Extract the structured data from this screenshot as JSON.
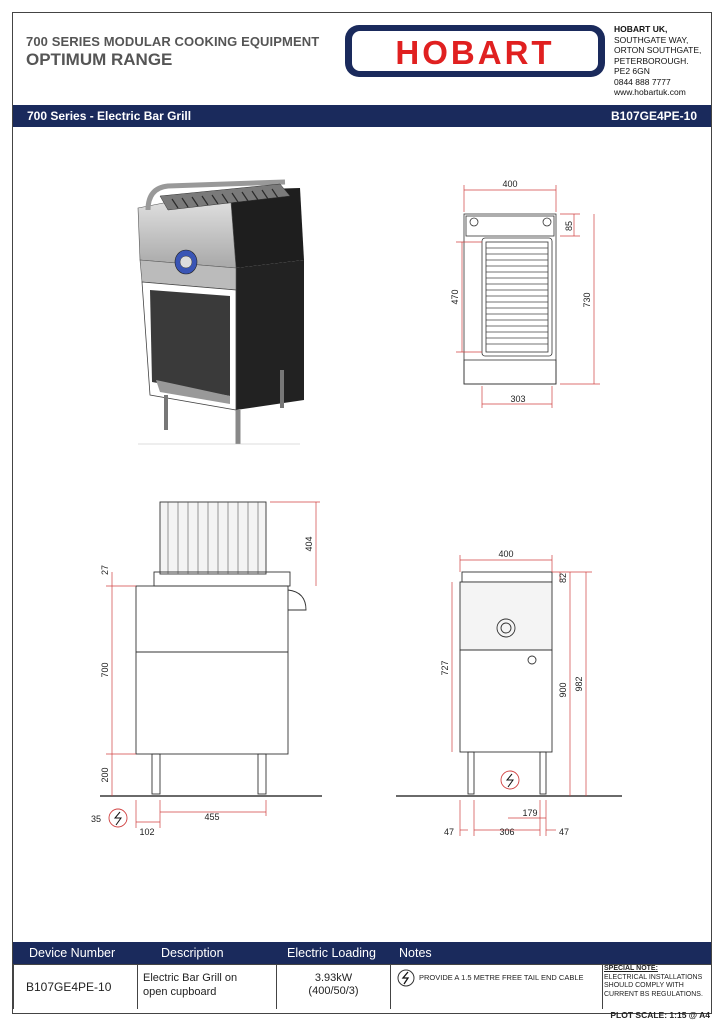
{
  "header": {
    "series_line": "700 SERIES MODULAR COOKING EQUIPMENT",
    "range_line": "OPTIMUM RANGE",
    "logo_text": "HOBART",
    "address": [
      "HOBART UK,",
      "SOUTHGATE WAY,",
      "ORTON SOUTHGATE,",
      "PETERBOROUGH.",
      "PE2 6GN",
      "0844 888 7777",
      "www.hobartuk.com"
    ]
  },
  "title_bar": {
    "product": "700 Series - Electric Bar Grill",
    "code": "B107GE4PE-10"
  },
  "dimensions": {
    "plan_width": "400",
    "plan_back": "85",
    "plan_depth_grid": "470",
    "plan_depth": "730",
    "plan_inner_width": "303",
    "side_top": "27",
    "side_grill": "404",
    "side_body": "700",
    "side_legs": "200",
    "side_35": "35",
    "side_102": "102",
    "side_455": "455",
    "front_width": "400",
    "front_82": "82",
    "front_727": "727",
    "front_900": "900",
    "front_982": "982",
    "front_179": "179",
    "front_47l": "47",
    "front_306": "306",
    "front_47r": "47"
  },
  "table": {
    "headers": [
      "Device Number",
      "Description",
      "Electric Loading",
      "Notes"
    ],
    "device_number": "B107GE4PE-10",
    "description_1": "Electric Bar Grill on",
    "description_2": "open cupboard",
    "loading_1": "3.93kW",
    "loading_2": "(400/50/3)",
    "note": "PROVIDE A 1.5 METRE FREE TAIL END CABLE",
    "special_title": "SPECIAL NOTE:",
    "special_lines": [
      "ELECTRICAL INSTALLATIONS",
      "SHOULD COMPLY WITH",
      "CURRENT BS REGULATIONS."
    ]
  },
  "plot_scale": "PLOT SCALE:  1:15 @ A4",
  "colors": {
    "navy": "#1a2a5c",
    "logo_red": "#e02020",
    "dim_red": "#d04040"
  }
}
